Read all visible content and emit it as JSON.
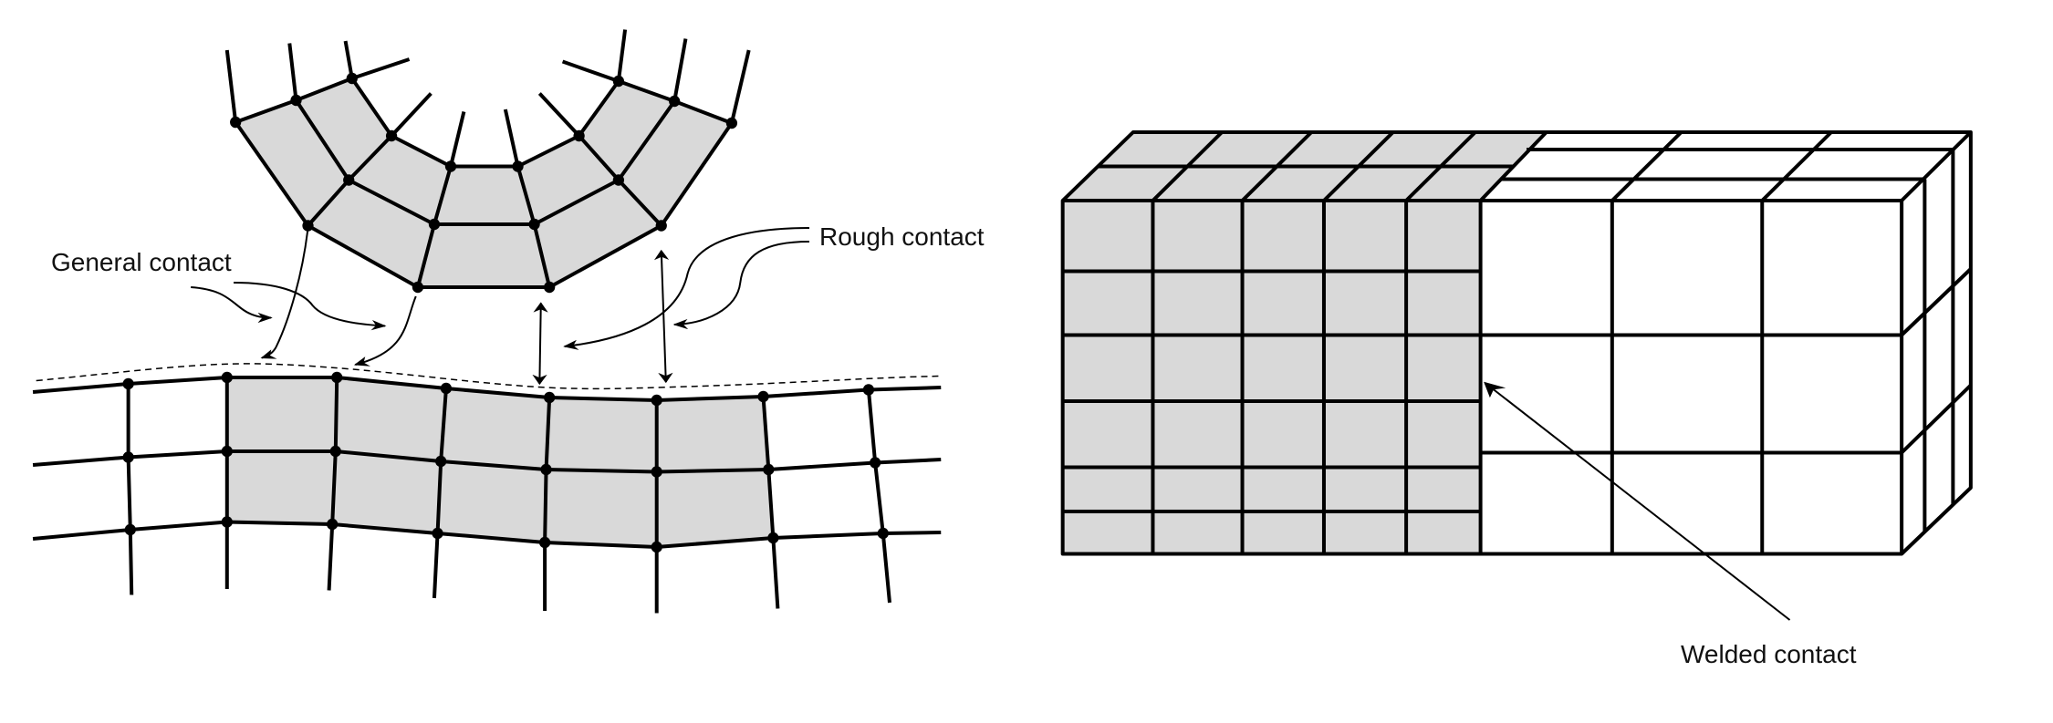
{
  "labels": {
    "general_contact": "General contact",
    "rough_contact": "Rough contact",
    "welded_contact": "Welded contact"
  },
  "colors": {
    "shaded_elements": "#d9d9d9",
    "lines": "#000000"
  }
}
